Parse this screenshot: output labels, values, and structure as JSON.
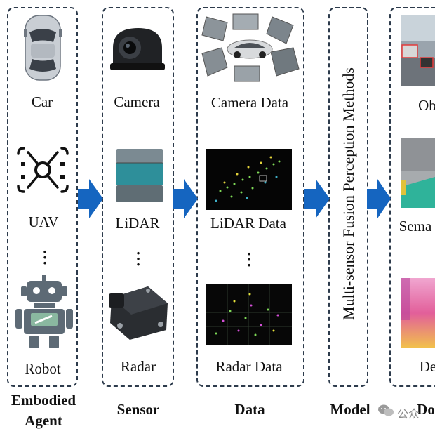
{
  "columns": {
    "agent": {
      "items": [
        "Car",
        "UAV",
        "Robot"
      ],
      "caption_line1": "Embodied",
      "caption_line2": "Agent"
    },
    "sensor": {
      "items": [
        "Camera",
        "LiDAR",
        "Radar"
      ],
      "caption": "Sensor"
    },
    "data": {
      "items": [
        "Camera Data",
        "LiDAR Data",
        "Radar Data"
      ],
      "caption": "Data"
    },
    "model": {
      "vertical_text": "Multi-sensor Fusion Perception Methods",
      "caption": "Model"
    },
    "downstream": {
      "items_partial": [
        "Ob",
        "Sema",
        "De"
      ],
      "caption_partial": "Do"
    }
  },
  "watermark": "公众",
  "colors": {
    "arrow": "#1565c0",
    "border": "#2d3b4c"
  }
}
